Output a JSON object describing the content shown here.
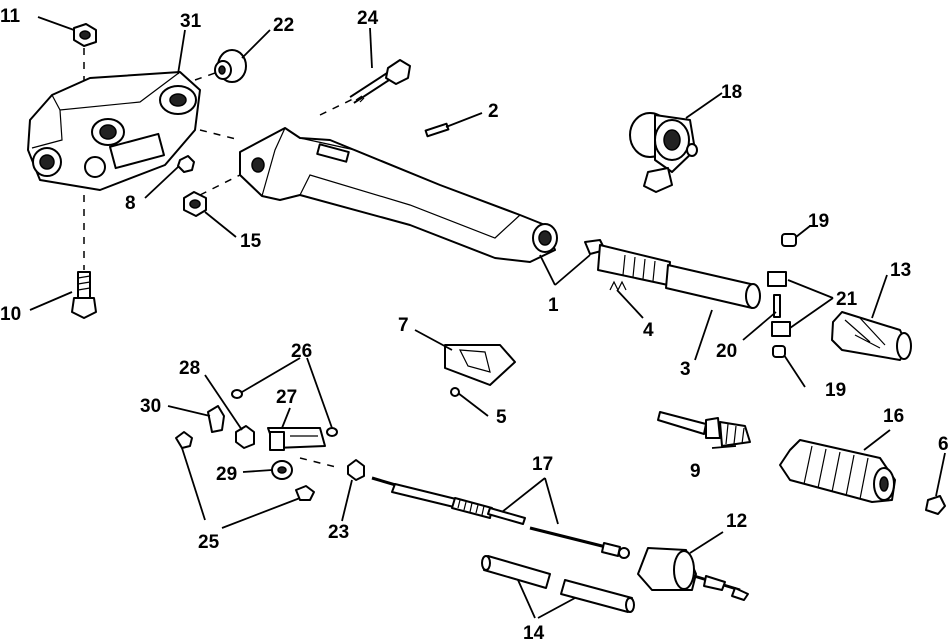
{
  "callouts": [
    "11",
    "31",
    "22",
    "24",
    "2",
    "18",
    "8",
    "15",
    "10",
    "19",
    "13",
    "21",
    "1",
    "20",
    "4",
    "3",
    "7",
    "26",
    "28",
    "27",
    "30",
    "5",
    "9",
    "16",
    "6",
    "29",
    "17",
    "23",
    "25",
    "12",
    "14"
  ]
}
